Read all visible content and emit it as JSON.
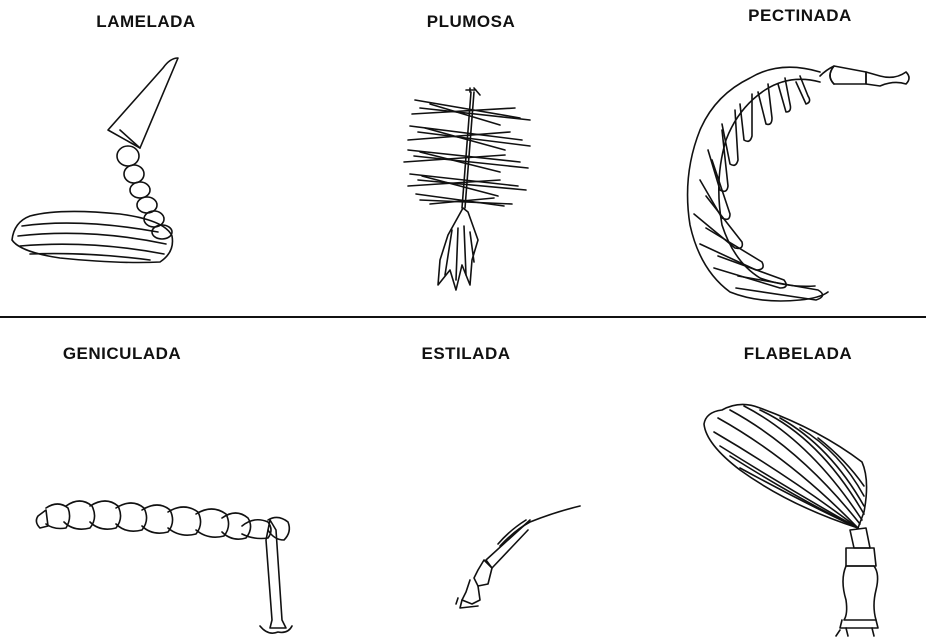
{
  "panels": {
    "lamelada": {
      "label": "LAMELADA",
      "icon": "lamellate-antenna-icon"
    },
    "plumosa": {
      "label": "PLUMOSA",
      "icon": "plumose-antenna-icon"
    },
    "pectinada": {
      "label": "PECTINADA",
      "icon": "pectinate-antenna-icon"
    },
    "geniculada": {
      "label": "GENICULADA",
      "icon": "geniculate-antenna-icon"
    },
    "estilada": {
      "label": "ESTILADA",
      "icon": "aristate-antenna-icon"
    },
    "flabelada": {
      "label": "FLABELADA",
      "icon": "flabellate-antenna-icon"
    }
  },
  "colors": {
    "ink": "#111111",
    "background": "#ffffff"
  }
}
